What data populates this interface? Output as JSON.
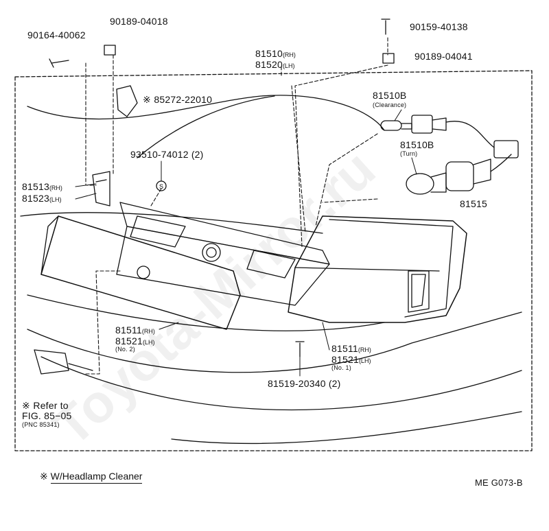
{
  "parts": {
    "p90189_04018": "90189-04018",
    "p90164_40062": "90164-40062",
    "p90159_40138": "90159-40138",
    "p90189_04041": "90189-04041",
    "p81510_rh": "81510",
    "p81520_lh": "81520",
    "p85272": "85272-22010",
    "p85272_mark": "※",
    "p81510b_clear": "81510B",
    "p81510b_clear_note": "(Clearance)",
    "p93510": "93510-74012 (2)",
    "p81510b_turn": "81510B",
    "p81510b_turn_note": "(Turn)",
    "p81513": "81513",
    "p81523": "81523",
    "p81515": "81515",
    "p81511_a": "81511",
    "p81521_a": "81521",
    "no2": "(No. 2)",
    "p81511_b": "81511",
    "p81521_b": "81521",
    "no1": "(No. 1)",
    "p81519": "81519-20340 (2)",
    "refer_mark": "※",
    "refer_to": "Refer to",
    "refer_fig": "FIG. 85−05",
    "refer_pnc": "(PNC 85341)",
    "rh": "(RH)",
    "lh": "(LH)",
    "s_symbol": "S"
  },
  "footnote": {
    "mark": "※",
    "text": "W/Headlamp Cleaner"
  },
  "code": "ME G073-B",
  "watermark": "Toyota-Mirror.ru"
}
